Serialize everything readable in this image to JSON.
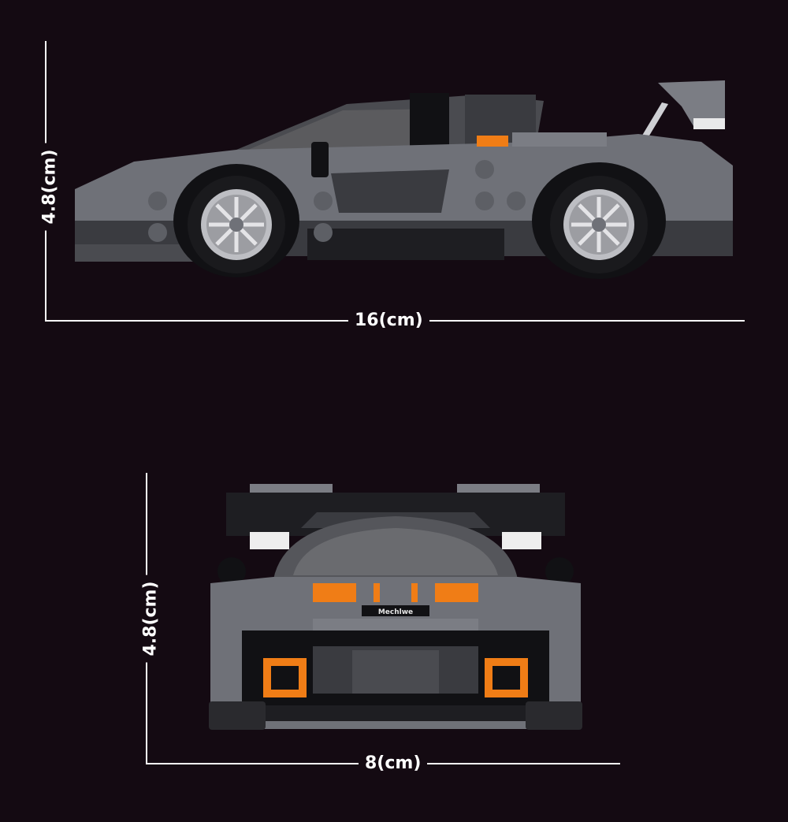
{
  "dimensions": {
    "side_height": "4.8(cm)",
    "side_length": "16(cm)",
    "front_height": "4.8(cm)",
    "front_width": "8(cm)"
  },
  "badge": "Mechlwe",
  "colors": {
    "background": "#140a12",
    "body_gray": "#6f7178",
    "dark_gray": "#3a3b40",
    "black": "#111114",
    "accent_orange": "#f07d16",
    "line_white": "#ffffff"
  }
}
